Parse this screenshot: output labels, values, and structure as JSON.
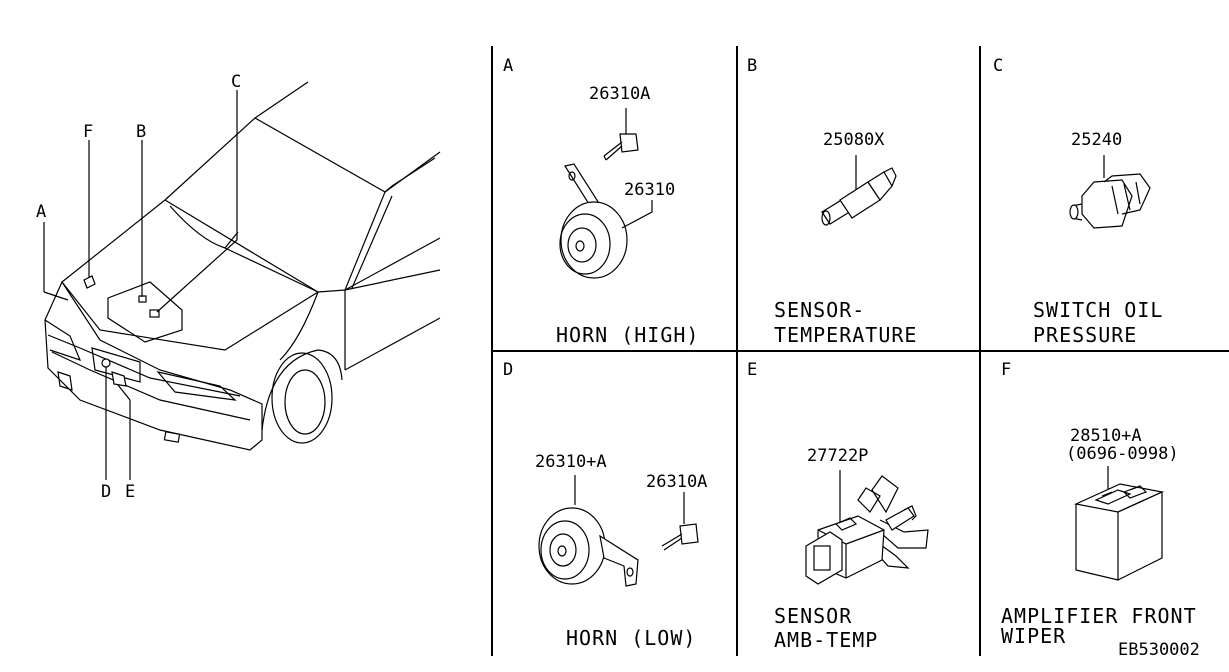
{
  "car": {
    "callouts": [
      "A",
      "B",
      "C",
      "D",
      "E",
      "F"
    ]
  },
  "panels": [
    {
      "letter": "A",
      "part_numbers": [
        "26310A",
        "26310"
      ],
      "caption": [
        "HORN (HIGH)"
      ]
    },
    {
      "letter": "B",
      "part_numbers": [
        "25080X"
      ],
      "caption": [
        "SENSOR-",
        "TEMPERATURE"
      ]
    },
    {
      "letter": "C",
      "part_numbers": [
        "25240"
      ],
      "caption": [
        "SWITCH OIL",
        "PRESSURE"
      ]
    },
    {
      "letter": "D",
      "part_numbers": [
        "26310+A",
        "26310A"
      ],
      "caption": [
        "HORN (LOW)"
      ]
    },
    {
      "letter": "E",
      "part_numbers": [
        "27722P"
      ],
      "caption": [
        "SENSOR",
        "AMB-TEMP"
      ]
    },
    {
      "letter": "F",
      "part_numbers": [
        "28510+A",
        "(0696-0998)"
      ],
      "caption": [
        "AMPLIFIER FRONT",
        "WIPER"
      ]
    }
  ],
  "diagram_code": "EB530002"
}
